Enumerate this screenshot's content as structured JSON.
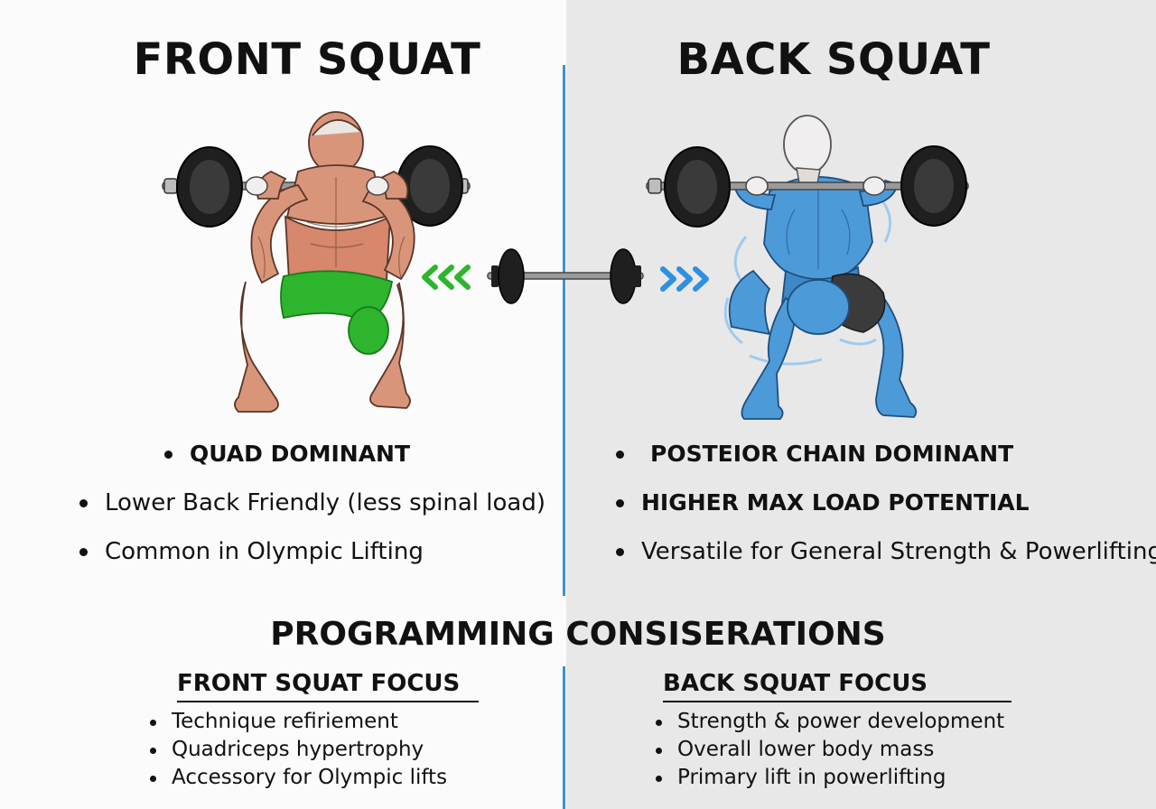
{
  "front": {
    "title": "FRONT SQUAT",
    "bullets": [
      "QUAD DOMINANT",
      "Lower Back Friendly (less spinal load)",
      "Common in Olympic Lifting"
    ]
  },
  "back": {
    "title": "BACK SQUAT",
    "bullets": [
      "POSTEIOR CHAIN DOMINANT",
      "HIGHER MAX LOAD POTENTIAL",
      "Versatile for General Strength & Powerlifting"
    ]
  },
  "programming": {
    "title": "PROGRAMMING CONSISERATIONS",
    "front_focus": {
      "title": "FRONT SQUAT FOCUS",
      "items": [
        "Technique refiriement",
        "Quadriceps hypertrophy",
        "Accessory for Olympic lifts"
      ]
    },
    "back_focus": {
      "title": "BACK SQUAT FOCUS",
      "items": [
        "Strength & power development",
        "Overall lower body mass",
        "Primary lift in powerlifting"
      ]
    }
  },
  "colors": {
    "divider": "#3f8fd1",
    "front_muscle": "#d9957a",
    "front_highlight": "#2db52d",
    "back_muscle": "#4d9ad8",
    "back_highlight": "#3b3b3b",
    "plate": "#1f1f1f"
  },
  "icons": [
    "barbell-icon",
    "chevron-left-green-icon",
    "chevron-right-blue-icon",
    "front-squat-figure",
    "back-squat-figure"
  ]
}
